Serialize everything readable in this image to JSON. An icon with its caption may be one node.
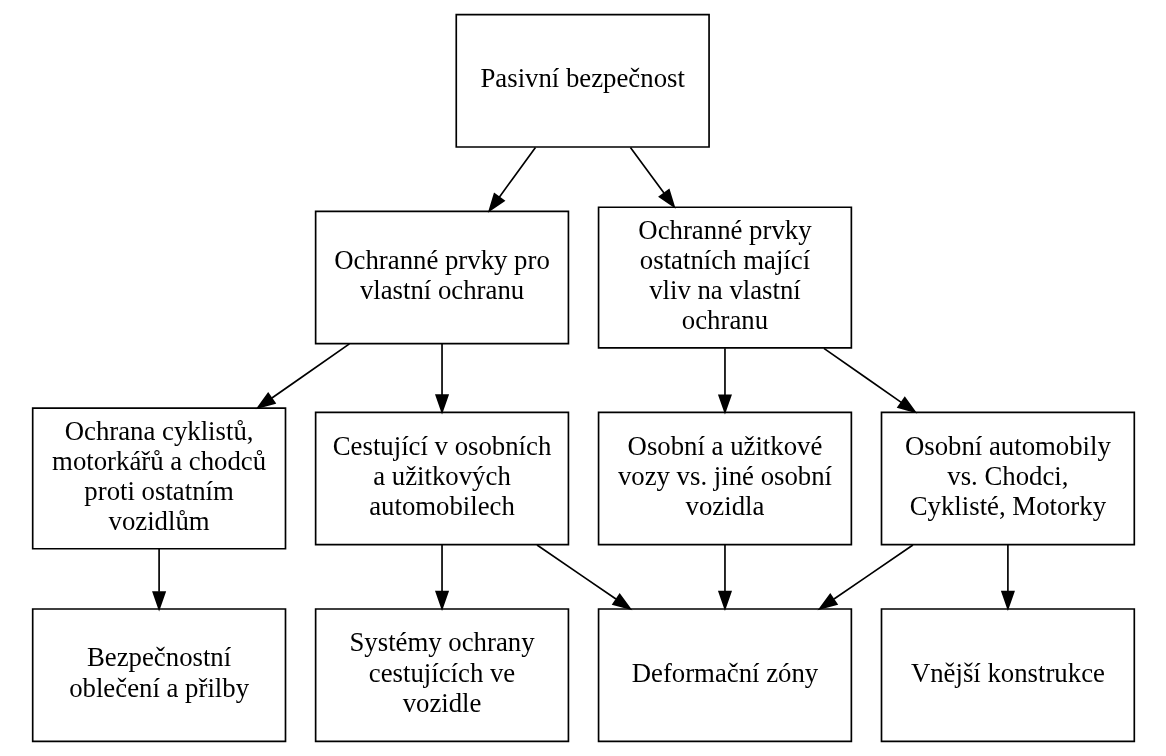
{
  "diagram": {
    "nodes": [
      {
        "text": [
          "Pasivní bezpečnost"
        ]
      },
      {
        "text": [
          "Ochranné prvky pro vlastní ochranu"
        ]
      },
      {
        "text": [
          "Ochranné prvky ostatních mající vliv na vlastní ochranu"
        ]
      },
      {
        "text": [
          "Ochrana cyklistů, motorkářů a chodců proti ostatním vozidlům"
        ]
      },
      {
        "text": [
          "Cestující v osobních a užitkových automobilech"
        ]
      },
      {
        "text": [
          "Osobní a užitkové vozy vs. jiné osobní vozidla"
        ]
      },
      {
        "text": [
          "Osobní automobily vs. Chodci, Cyklisté, Motorky"
        ]
      },
      {
        "text": [
          "Bezpečnostní oblečení a přilby"
        ]
      },
      {
        "text": [
          "Systémy ochrany cestujících ve vozidle"
        ]
      },
      {
        "text": [
          "Deformační zóny"
        ]
      },
      {
        "text": [
          "Vnější konstrukce"
        ]
      }
    ],
    "edges": [
      {
        "from": 0,
        "to": 1,
        "arrow": "to"
      },
      {
        "from": 0,
        "to": 2,
        "arrow": "to"
      },
      {
        "from": 1,
        "to": 3,
        "arrow": "to"
      },
      {
        "from": 1,
        "to": 4,
        "arrow": "to"
      },
      {
        "from": 2,
        "to": 5,
        "arrow": "to"
      },
      {
        "from": 2,
        "to": 6,
        "arrow": "to"
      },
      {
        "from": 3,
        "to": 7,
        "arrow": "to"
      },
      {
        "from": 4,
        "to": 8,
        "arrow": "to"
      },
      {
        "from": 4,
        "to": 9,
        "arrow": "to"
      },
      {
        "from": 5,
        "to": 9,
        "arrow": "to"
      },
      {
        "from": 6,
        "to": 9,
        "arrow": "to"
      },
      {
        "from": 6,
        "to": 10,
        "arrow": "to"
      }
    ]
  }
}
